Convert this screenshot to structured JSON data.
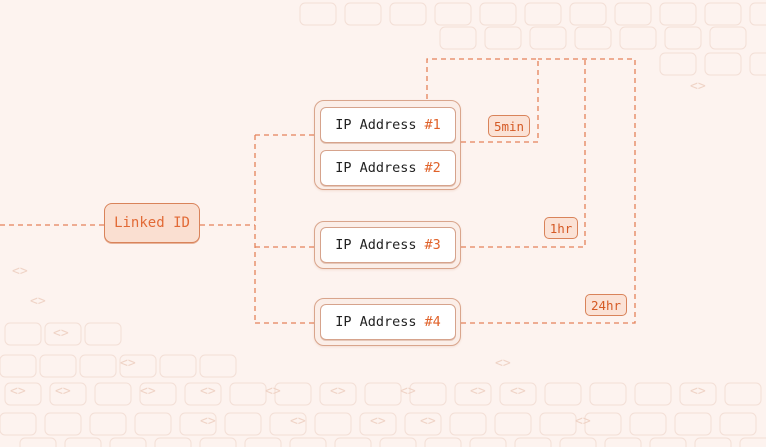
{
  "linked": {
    "label": "Linked ID"
  },
  "ip_prefix": "IP Address",
  "ips": [
    {
      "num": "#1"
    },
    {
      "num": "#2"
    },
    {
      "num": "#3"
    },
    {
      "num": "#4"
    }
  ],
  "badges": {
    "five_min": "5min",
    "one_hr": "1hr",
    "twenty_four_hr": "24hr"
  },
  "colors": {
    "accent": "#e0622a",
    "wire": "#e5825a",
    "background": "#fdf3ef"
  },
  "background_glyph": "<>"
}
